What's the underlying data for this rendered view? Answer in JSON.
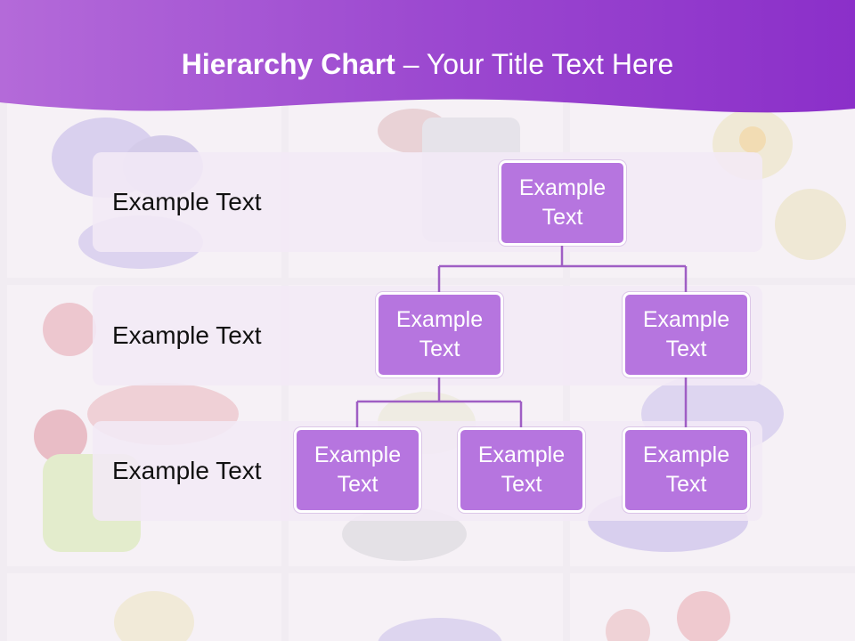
{
  "slide": {
    "title_bold": "Hierarchy Chart",
    "title_dash": " – ",
    "title_rest": "Your Title Text Here"
  },
  "levels": [
    {
      "label": "Example Text"
    },
    {
      "label": "Example Text"
    },
    {
      "label": "Example Text"
    }
  ],
  "nodes": {
    "root": "Example\nText",
    "l2_left": "Example\nText",
    "l2_right": "Example\nText",
    "l3_a": "Example\nText",
    "l3_b": "Example\nText",
    "l3_c": "Example\nText"
  },
  "colors": {
    "header_purple": "#8b2fc9",
    "node_fill": "#b675df",
    "connector": "#9f5ec4",
    "band": "#f3e9f6"
  }
}
